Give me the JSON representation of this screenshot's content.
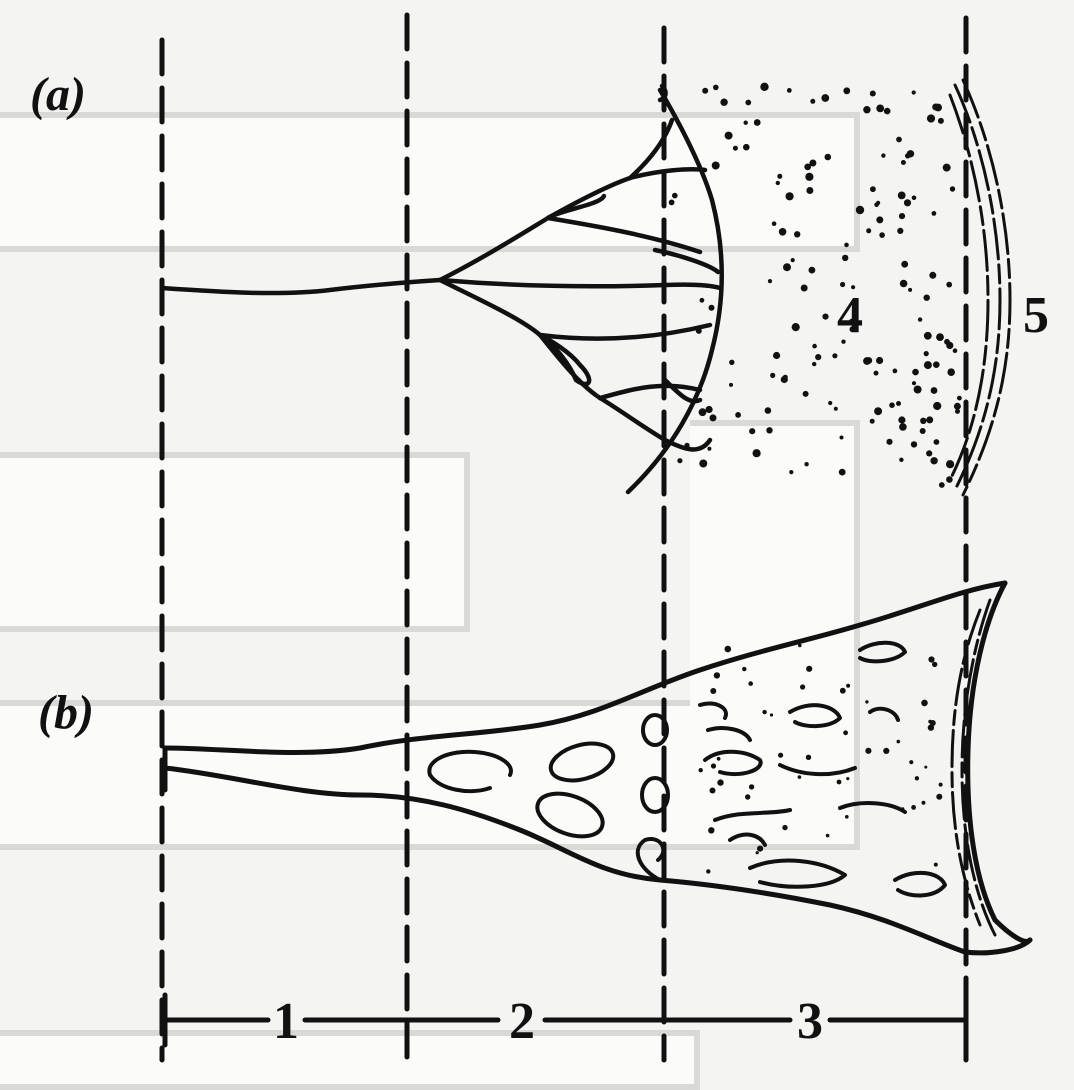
{
  "figure": {
    "panel_labels": {
      "a": "(a)",
      "b": "(b)"
    },
    "region_labels": {
      "r1": "1",
      "r2": "2",
      "r3": "3",
      "r4": "4",
      "r5": "5"
    }
  },
  "colors": {
    "ink": "#111111",
    "paper": "#f4f4f2",
    "panel_border": "#d9d9d7"
  }
}
